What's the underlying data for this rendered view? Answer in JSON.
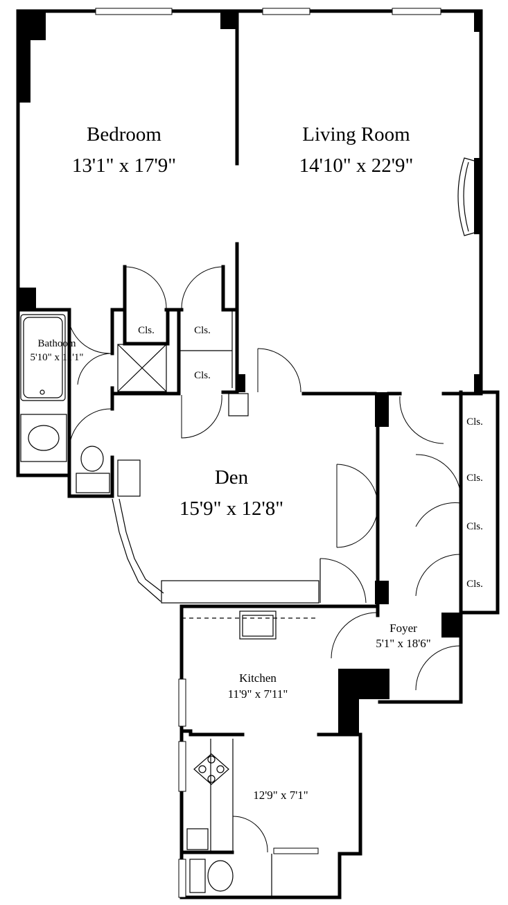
{
  "rooms": {
    "bedroom": {
      "name": "Bedroom",
      "size": "13'1\" x 17'9\""
    },
    "living_room": {
      "name": "Living Room",
      "size": "14'10\" x 22'9\""
    },
    "bathroom": {
      "name": "Bathoom",
      "size": "5'10\" x 11'1\""
    },
    "den": {
      "name": "Den",
      "size": "15'9\" x 12'8\""
    },
    "foyer": {
      "name": "Foyer",
      "size": "5'1\" x 18'6\""
    },
    "kitchen": {
      "name": "Kitchen",
      "size": "11'9\" x 7'11\""
    },
    "maid_room": {
      "size": "12'9\" x 7'1\""
    }
  },
  "closets": {
    "label": "Cls."
  }
}
